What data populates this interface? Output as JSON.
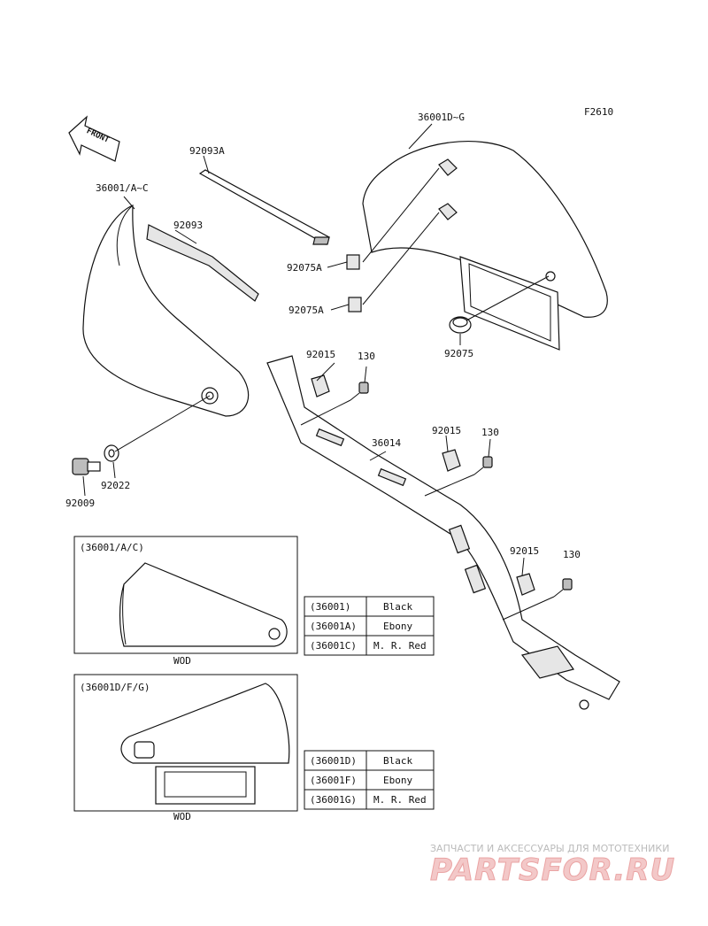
{
  "figure_code": "F2610",
  "front_label": "FRONT",
  "parts": {
    "p36001DG": "36001D~G",
    "p92093A": "92093A",
    "p36001AC": "36001/A~C",
    "p92093": "92093",
    "p92075A_1": "92075A",
    "p92075A_2": "92075A",
    "p92075": "92075",
    "p92015_1": "92015",
    "p130_1": "130",
    "p36014": "36014",
    "p92015_2": "92015",
    "p130_2": "130",
    "p92022": "92022",
    "p92009": "92009",
    "p92015_3": "92015",
    "p130_3": "130"
  },
  "inset_1": {
    "title": "(36001/A/C)",
    "caption": "WOD",
    "rows": [
      {
        "code": "(36001)",
        "color": "Black"
      },
      {
        "code": "(36001A)",
        "color": "Ebony"
      },
      {
        "code": "(36001C)",
        "color": "M. R. Red"
      }
    ]
  },
  "inset_2": {
    "title": "(36001D/F/G)",
    "caption": "WOD",
    "rows": [
      {
        "code": "(36001D)",
        "color": "Black"
      },
      {
        "code": "(36001F)",
        "color": "Ebony"
      },
      {
        "code": "(36001G)",
        "color": "M. R. Red"
      }
    ]
  },
  "watermark": {
    "line1": "ЗАПЧАСТИ И АКСЕССУАРЫ ДЛЯ МОТОТЕХНИКИ",
    "line2": "PARTSFOR.RU"
  }
}
